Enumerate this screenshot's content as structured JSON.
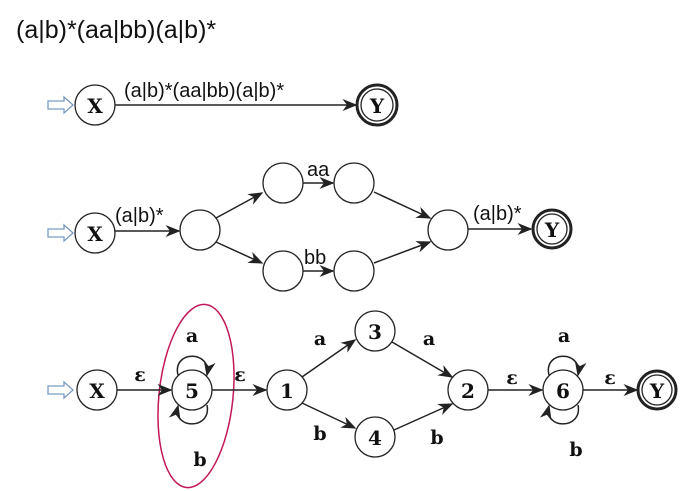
{
  "title": "(a|b)*(aa|bb)(a|b)*",
  "diagram1": {
    "start": "X",
    "end": "Y",
    "edge": "(a|b)*(aa|bb)(a|b)*"
  },
  "diagram2": {
    "start": "X",
    "end": "Y",
    "edge_in": "(a|b)*",
    "edge_top": "aa",
    "edge_bottom": "bb",
    "edge_out": "(a|b)*"
  },
  "diagram3": {
    "states": {
      "x": "X",
      "s5": "5",
      "s1": "1",
      "s3": "3",
      "s4": "4",
      "s2": "2",
      "s6": "6",
      "y": "Y"
    },
    "labels": {
      "x_5": "ε",
      "loop5_top": "a",
      "loop5_bottom": "b",
      "s5_1": "ε",
      "s1_3": "a",
      "s1_4": "b",
      "s3_2": "a",
      "s4_2": "b",
      "s2_6": "ε",
      "loop6_top": "a",
      "loop6_bottom": "b",
      "s6_y": "ε"
    },
    "highlight_color": "#c2185b"
  }
}
